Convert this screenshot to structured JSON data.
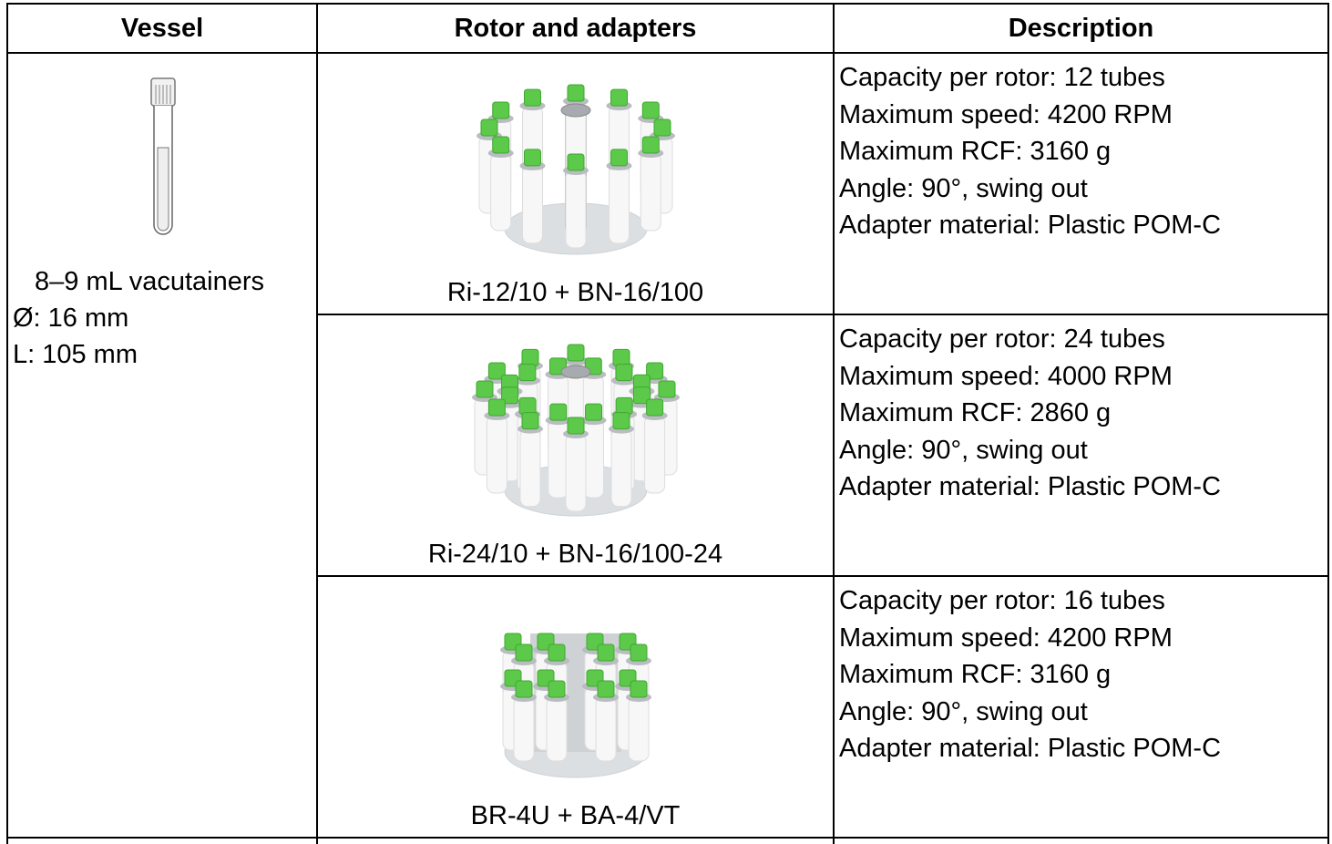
{
  "headers": [
    "Vessel",
    "Rotor and adapters",
    "Description"
  ],
  "vessel": {
    "icon": "test-tube-icon",
    "name": "8–9 mL vacutainers",
    "diameter": "Ø: 16 mm",
    "length": "L: 105 mm"
  },
  "rows": [
    {
      "model": "Ri-12/10 + BN-16/100",
      "tubes": 12,
      "lines": [
        "Capacity per rotor: 12 tubes",
        "Maximum speed: 4200 RPM",
        "Maximum RCF: 3160 g",
        "Angle: 90°, swing out",
        "Adapter material: Plastic POM-C"
      ]
    },
    {
      "model": "Ri-24/10 + BN-16/100-24",
      "tubes": 24,
      "lines": [
        "Capacity per rotor: 24 tubes",
        "Maximum speed: 4000 RPM",
        "Maximum RCF: 2860 g",
        "Angle: 90°, swing out",
        "Adapter material: Plastic POM-C"
      ]
    },
    {
      "model": "BR-4U + BA-4/VT",
      "tubes": 16,
      "lines": [
        "Capacity per rotor: 16 tubes",
        "Maximum speed: 4200 RPM",
        "Maximum RCF: 3160 g",
        "Angle: 90°, swing out",
        "Adapter material: Plastic POM-C"
      ]
    }
  ],
  "colors": {
    "cap_green": "#5cc94a",
    "tube_white": "#f7f7f7",
    "metal": "#b9bcc0",
    "base": "#dcdfe2"
  }
}
